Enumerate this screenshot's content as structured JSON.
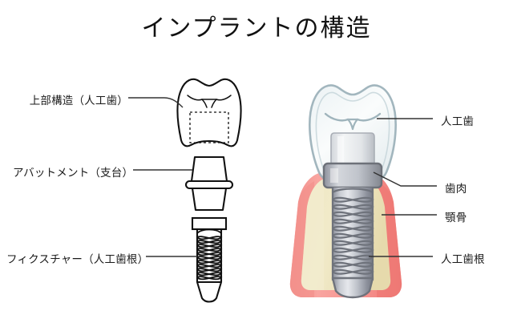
{
  "page": {
    "title": "インプラントの構造",
    "background_color": "#ffffff",
    "text_color": "#1a1a1a"
  },
  "colors": {
    "outline": "#111111",
    "leader_line": "#333333",
    "gum_pink": "#F4807E",
    "gum_pink_light": "#F9A9A4",
    "bone_cream": "#EDE3B8",
    "bone_cream_light": "#F2EBC9",
    "metal_dark": "#7E828E",
    "metal_mid": "#A9ADB8",
    "metal_light": "#DDE0E5",
    "crown_tint": "#F2F6F7",
    "crown_edge": "#9FB4BC"
  },
  "left_diagram": {
    "name": "exploded-implant-line-drawing",
    "parts": [
      {
        "key": "crown",
        "label": "上部構造（人工歯）"
      },
      {
        "key": "abutment",
        "label": "アバットメント（支台）"
      },
      {
        "key": "fixture",
        "label": "フィクスチャー（人工歯根）"
      }
    ],
    "fixture_thread_count": 12
  },
  "right_diagram": {
    "name": "implant-in-jaw-illustration",
    "labels": [
      {
        "key": "artificial_tooth",
        "label": "人工歯"
      },
      {
        "key": "gum",
        "label": "歯肉"
      },
      {
        "key": "jawbone",
        "label": "顎骨"
      },
      {
        "key": "artificial_root",
        "label": "人工歯根"
      }
    ]
  }
}
